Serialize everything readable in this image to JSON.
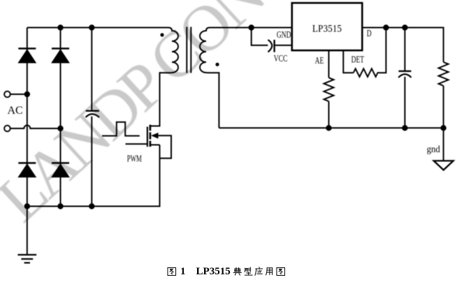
{
  "figure": {
    "background_color": "#ffffff",
    "ink_color": "#000000"
  },
  "watermark": {
    "text": "LANDP CON",
    "color": "#c8c8c8"
  },
  "caption": {
    "text": "图 1    LP3515 典型应用图"
  },
  "labels": {
    "ac_input": "AC",
    "pwm": "PWM",
    "chip": "LP3515",
    "pin_gnd": "GND",
    "pin_vcc": "VCC",
    "pin_d": "D",
    "pin_ae": "AE",
    "pin_det": "DET",
    "output_ground": "gnd"
  }
}
